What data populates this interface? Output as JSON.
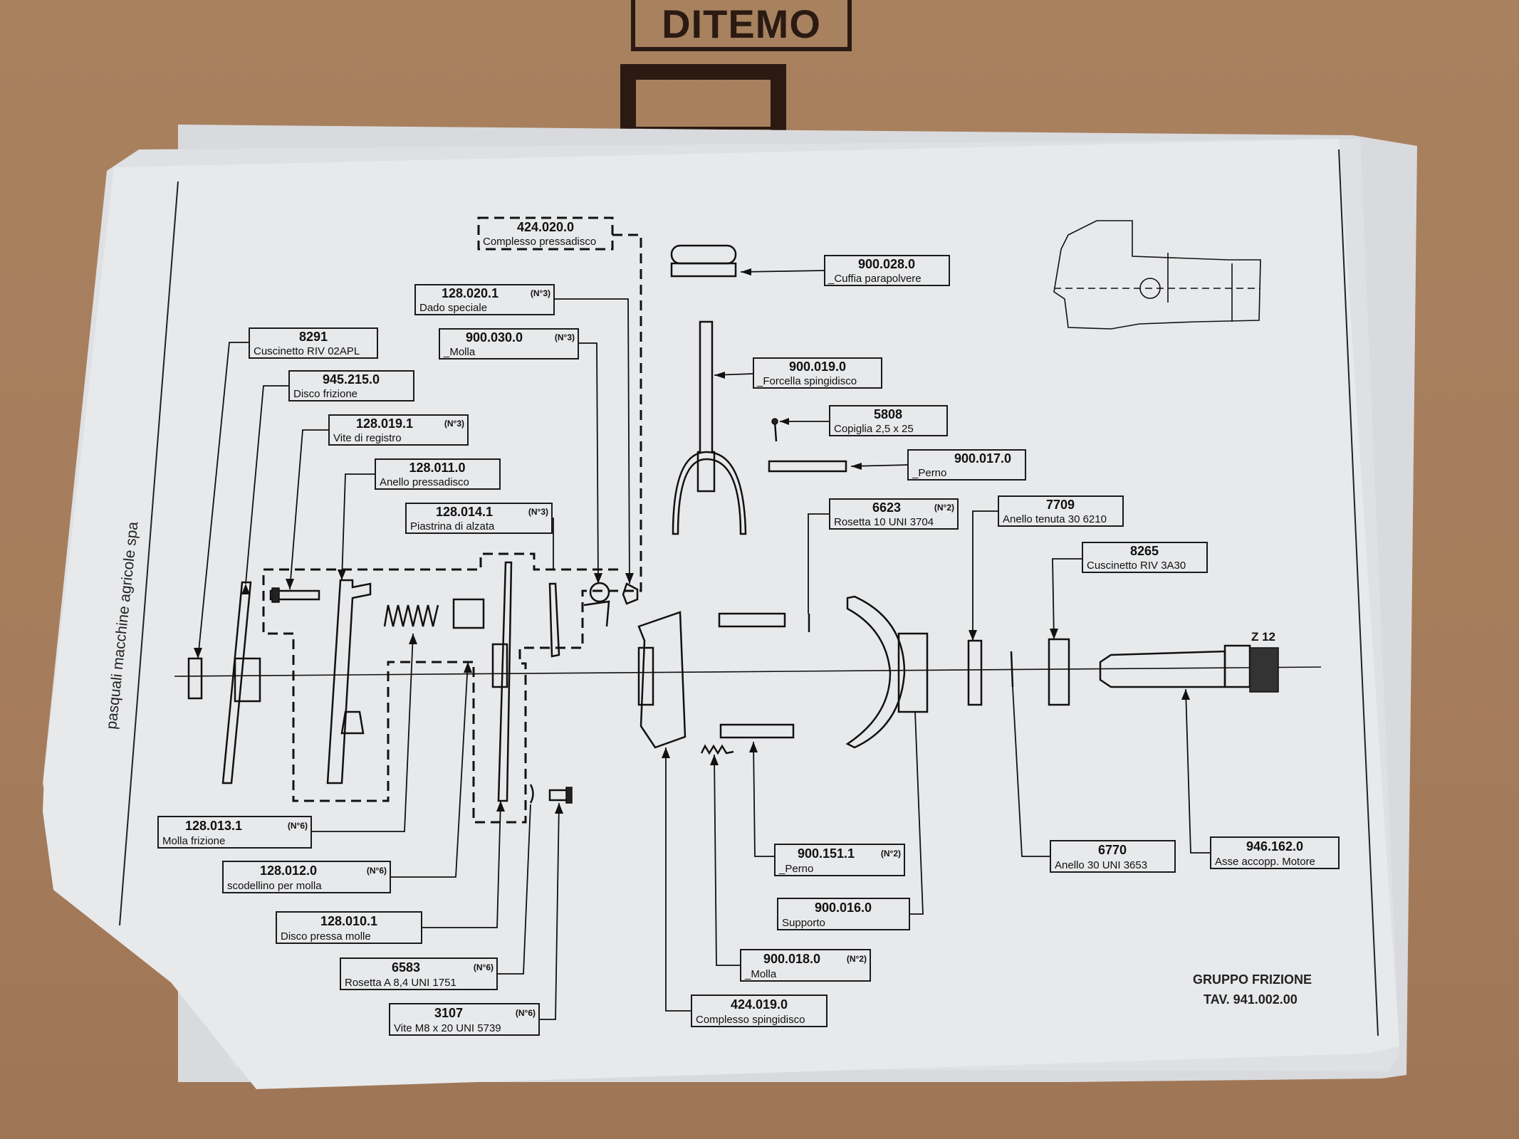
{
  "background": {
    "stamp_text": "DITEMO",
    "colors": {
      "cardboard": "#a8815f",
      "paper": "#e6e7e9",
      "ink": "#111111"
    }
  },
  "sheet": {
    "company": "pasquali macchine agricole spa",
    "title": "GRUPPO FRIZIONE",
    "table_ref": "TAV. 941.002.00",
    "gear_marking": "Z 12"
  },
  "parts": [
    {
      "id": "p1",
      "code": "424.020.0",
      "qty": "",
      "desc": "Complesso pressadisco"
    },
    {
      "id": "p2",
      "code": "128.020.1",
      "qty": "(N°3)",
      "desc": "Dado speciale"
    },
    {
      "id": "p3",
      "code": "900.030.0",
      "qty": "(N°3)",
      "desc": "_Molla"
    },
    {
      "id": "p4",
      "code": "8291",
      "qty": "",
      "desc": "Cuscinetto RIV 02APL"
    },
    {
      "id": "p5",
      "code": "945.215.0",
      "qty": "",
      "desc": "Disco frizione"
    },
    {
      "id": "p6",
      "code": "128.019.1",
      "qty": "(N°3)",
      "desc": "Vite di registro"
    },
    {
      "id": "p7",
      "code": "128.011.0",
      "qty": "",
      "desc": "Anello pressadisco"
    },
    {
      "id": "p8",
      "code": "128.014.1",
      "qty": "(N°3)",
      "desc": "Piastrina di alzata"
    },
    {
      "id": "p9",
      "code": "900.028.0",
      "qty": "",
      "desc": "_Cuffia parapolvere"
    },
    {
      "id": "p10",
      "code": "900.019.0",
      "qty": "",
      "desc": "_Forcella spingidisco"
    },
    {
      "id": "p11",
      "code": "5808",
      "qty": "",
      "desc": "Copiglia 2,5 x 25"
    },
    {
      "id": "p12",
      "code": "900.017.0",
      "qty": "",
      "desc": "_Perno"
    },
    {
      "id": "p13",
      "code": "6623",
      "qty": "(N°2)",
      "desc": "Rosetta 10 UNI 3704"
    },
    {
      "id": "p14",
      "code": "7709",
      "qty": "",
      "desc": "Anello tenuta 30 6210"
    },
    {
      "id": "p15",
      "code": "8265",
      "qty": "",
      "desc": "Cuscinetto RIV 3A30"
    },
    {
      "id": "p16",
      "code": "128.013.1",
      "qty": "(N°6)",
      "desc": "Molla frizione"
    },
    {
      "id": "p17",
      "code": "128.012.0",
      "qty": "(N°6)",
      "desc": "scodellino per molla"
    },
    {
      "id": "p18",
      "code": "128.010.1",
      "qty": "",
      "desc": "Disco pressa molle"
    },
    {
      "id": "p19",
      "code": "6583",
      "qty": "(N°6)",
      "desc": "Rosetta A 8,4 UNI 1751"
    },
    {
      "id": "p20",
      "code": "3107",
      "qty": "(N°6)",
      "desc": "Vite M8 x 20 UNI 5739"
    },
    {
      "id": "p21",
      "code": "900.151.1",
      "qty": "(N°2)",
      "desc": "_Perno"
    },
    {
      "id": "p22",
      "code": "900.016.0",
      "qty": "",
      "desc": "Supporto"
    },
    {
      "id": "p23",
      "code": "900.018.0",
      "qty": "(N°2)",
      "desc": "_Molla"
    },
    {
      "id": "p24",
      "code": "424.019.0",
      "qty": "",
      "desc": "Complesso spingidisco"
    },
    {
      "id": "p25",
      "code": "6770",
      "qty": "",
      "desc": "Anello 30 UNI 3653"
    },
    {
      "id": "p26",
      "code": "946.162.0",
      "qty": "",
      "desc": "Asse accopp. Motore"
    }
  ]
}
